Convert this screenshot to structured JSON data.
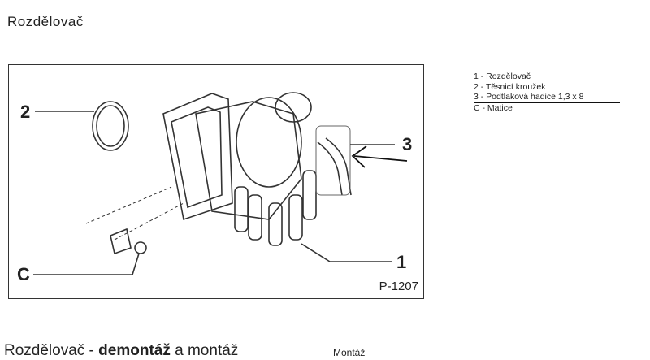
{
  "title": "Rozdělovač",
  "figure": {
    "code": "P-1207",
    "callouts": [
      "2",
      "3",
      "1",
      "C"
    ]
  },
  "legend": [
    "1 - Rozdělovač",
    "2 - Těsnicí kroužek",
    "3 - Podtlaková hadice 1,3 x 8",
    "C - Matice"
  ],
  "bottom_heading": {
    "part1": "Rozdělovač - ",
    "part2": "demontáž",
    "part3": " a montáž"
  },
  "subheading": "Montáž"
}
